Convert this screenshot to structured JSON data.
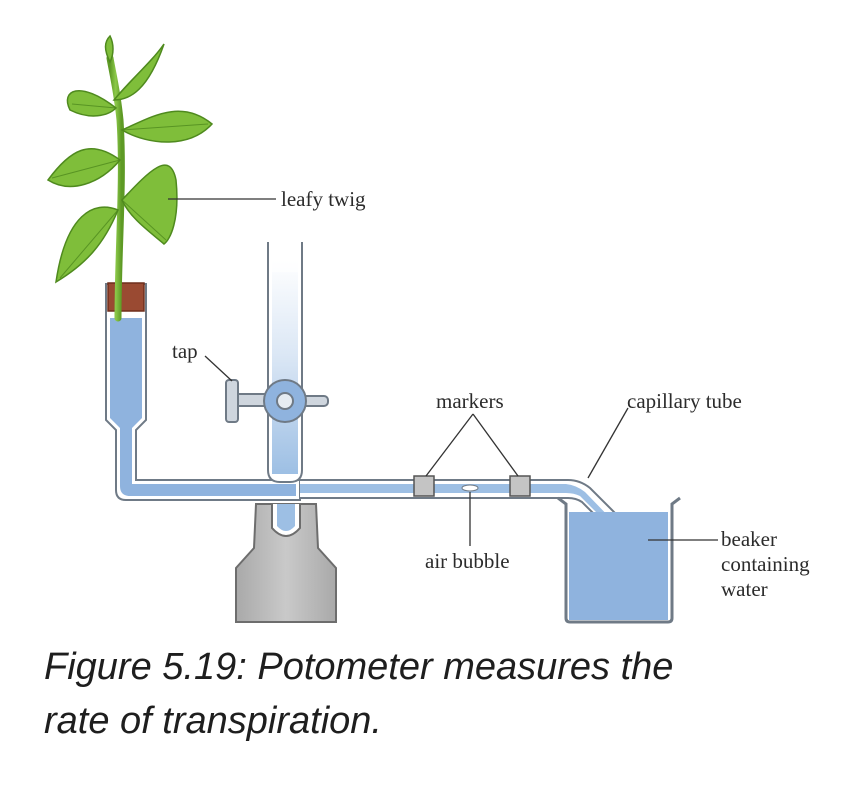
{
  "labels": {
    "leafy_twig": "leafy twig",
    "tap": "tap",
    "markers": "markers",
    "capillary_tube": "capillary tube",
    "air_bubble": "air bubble",
    "beaker_line1": "beaker",
    "beaker_line2": "containing",
    "beaker_line3": "water"
  },
  "caption": {
    "line1": "Figure 5.19: Potometer measures the",
    "line2": "rate of transpiration."
  },
  "colors": {
    "water": "#8fb3de",
    "glass_outline": "#6f7a86",
    "stand": "#b9b9b9",
    "leaf": "#7fbe3a",
    "stem": "#6aa52c",
    "cork": "#9a4a32"
  }
}
